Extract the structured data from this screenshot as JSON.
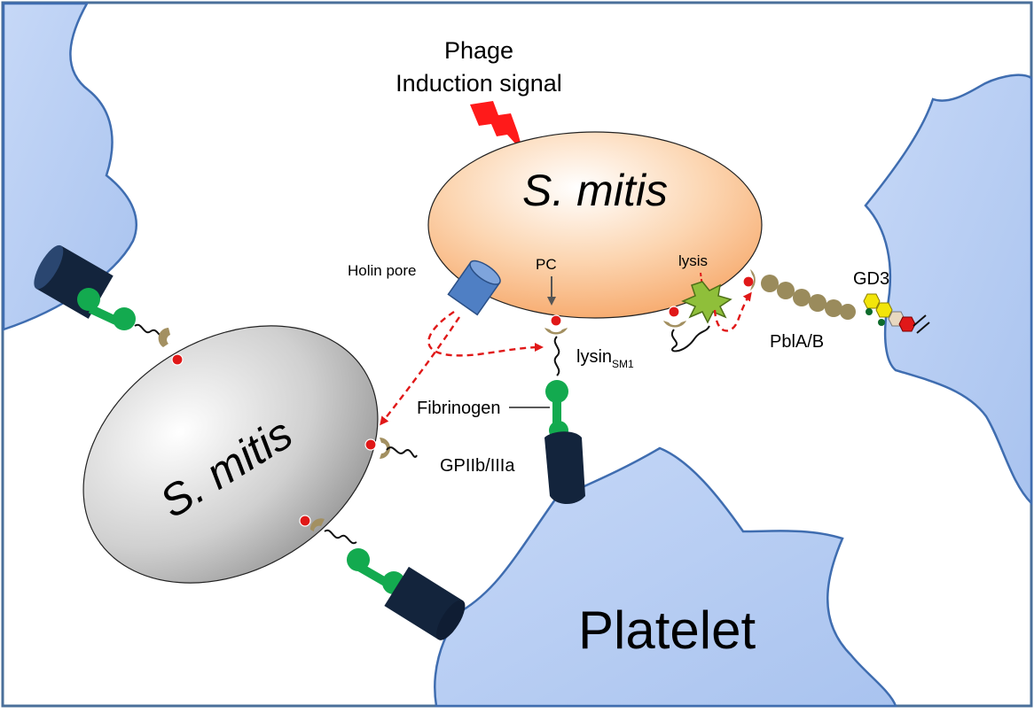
{
  "labels": {
    "phage_signal_line1": "Phage",
    "phage_signal_line2": "Induction signal",
    "cell_top": "S. mitis",
    "cell_left": "S. mitis",
    "holin_pore": "Holin pore",
    "pc": "PC",
    "lysis": "lysis",
    "lysin_main": "lysin",
    "lysin_sub": "SM1",
    "fibrinogen": "Fibrinogen",
    "gpiib_iiia": "GPIIb/IIIa",
    "pbla_b": "PblA/B",
    "gd3": "GD3",
    "platelet": "Platelet"
  },
  "colors": {
    "platelet_fill": "#b6cdf3",
    "platelet_stroke": "#3f6db0",
    "top_cell_fill": "#fbc89b",
    "left_cell_fill": "#c8c8c8",
    "fibrinogen": "#13aa4f",
    "receptor": "#13243c",
    "holin": "#4f7fc4",
    "lysis_burst": "#8fbf3a",
    "signal_bolt": "#ff1a1a",
    "arrows": "#e01818",
    "choline_binding": "#a39061"
  },
  "icons": {
    "signal": "lightning-bolt-icon",
    "burst": "lysis-burst-icon"
  }
}
